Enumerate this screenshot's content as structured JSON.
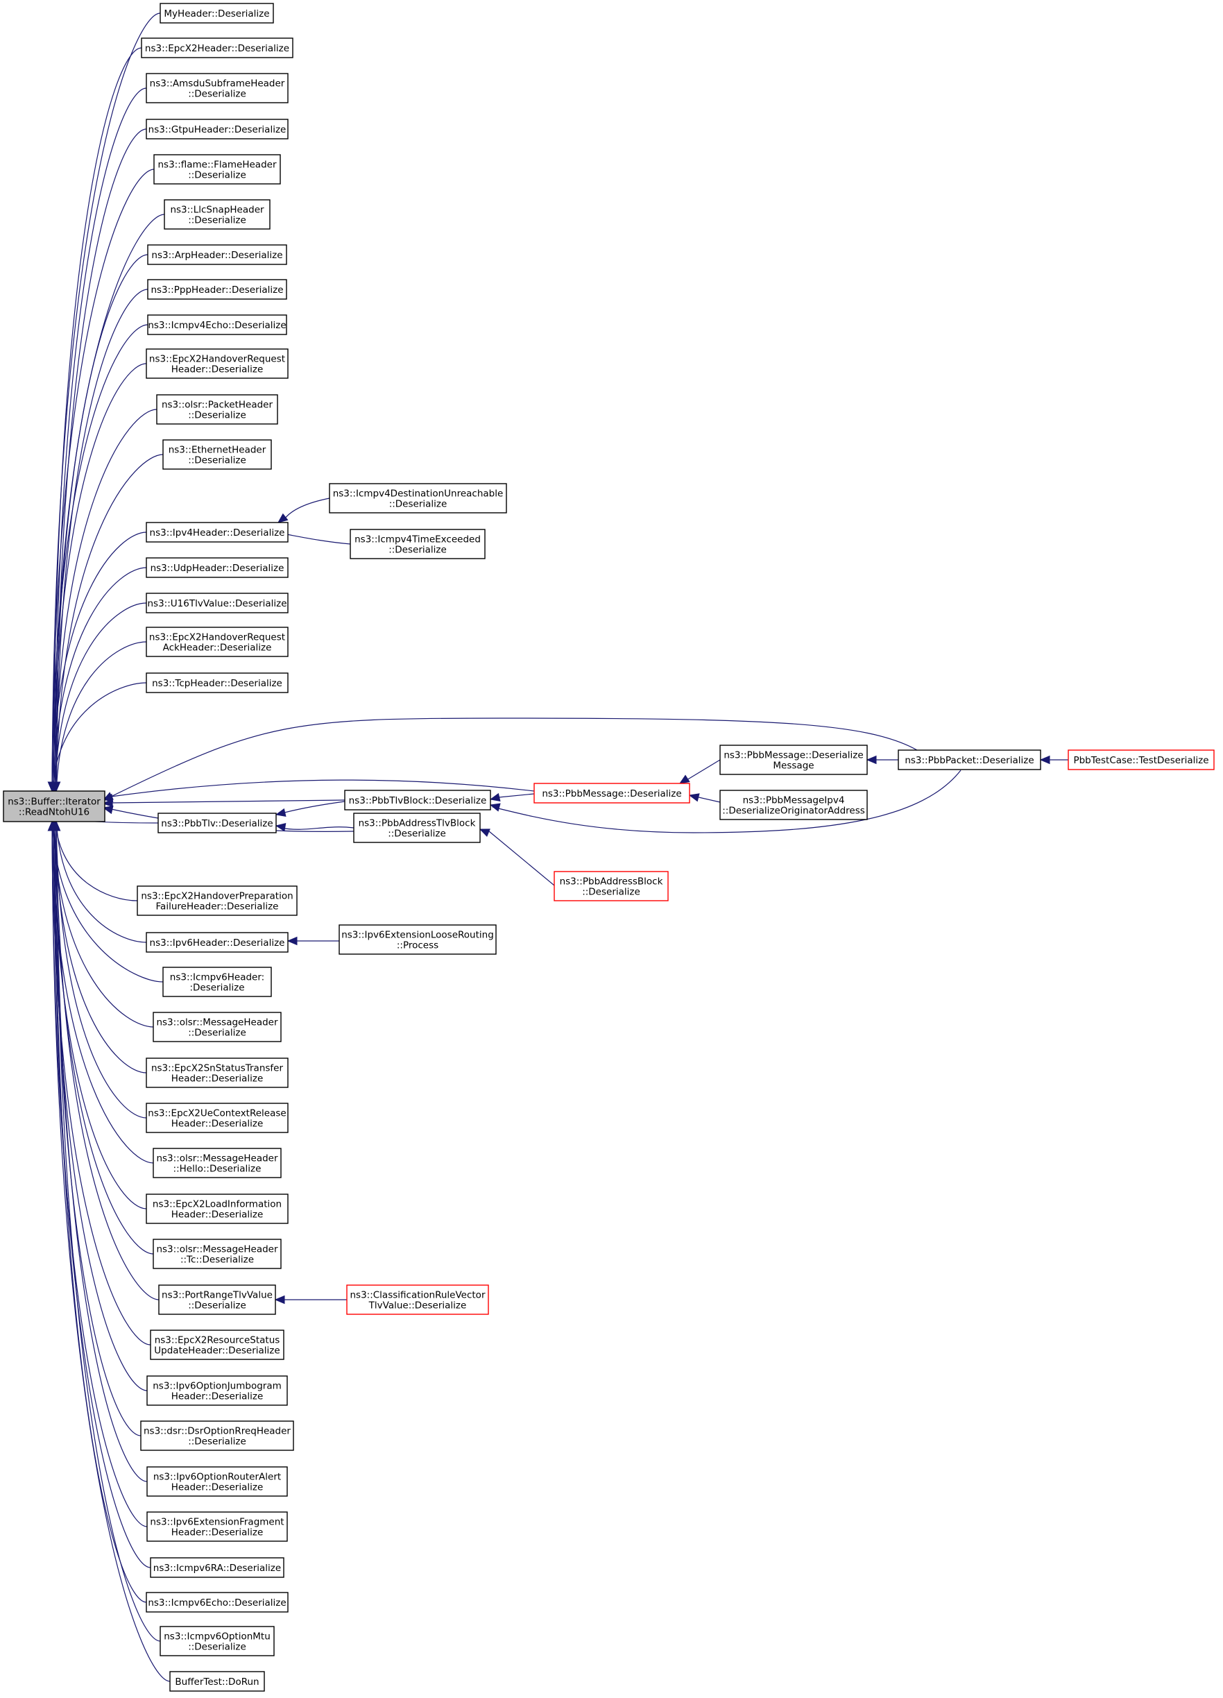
{
  "root": {
    "label": [
      "ns3::Buffer::Iterator",
      "::ReadNtohU16"
    ]
  },
  "colors": {
    "edge": "#191970",
    "node_border": "#000000",
    "truncated_border": "#ff0000",
    "root_fill": "#bfbfbf",
    "node_fill": "#ffffff",
    "text": "#000000"
  },
  "callers": [
    {
      "label": [
        "MyHeader::Deserialize"
      ]
    },
    {
      "label": [
        "ns3::EpcX2Header::Deserialize"
      ]
    },
    {
      "label": [
        "ns3::AmsduSubframeHeader",
        "::Deserialize"
      ]
    },
    {
      "label": [
        "ns3::GtpuHeader::Deserialize"
      ]
    },
    {
      "label": [
        "ns3::flame::FlameHeader",
        "::Deserialize"
      ]
    },
    {
      "label": [
        "ns3::LlcSnapHeader",
        "::Deserialize"
      ]
    },
    {
      "label": [
        "ns3::ArpHeader::Deserialize"
      ]
    },
    {
      "label": [
        "ns3::PppHeader::Deserialize"
      ]
    },
    {
      "label": [
        "ns3::Icmpv4Echo::Deserialize"
      ]
    },
    {
      "label": [
        "ns3::EpcX2HandoverRequest",
        "Header::Deserialize"
      ]
    },
    {
      "label": [
        "ns3::olsr::PacketHeader",
        "::Deserialize"
      ]
    },
    {
      "label": [
        "ns3::EthernetHeader",
        "::Deserialize"
      ]
    },
    {
      "label": [
        "ns3::Ipv4Header::Deserialize"
      ]
    },
    {
      "label": [
        "ns3::UdpHeader::Deserialize"
      ]
    },
    {
      "label": [
        "ns3::U16TlvValue::Deserialize"
      ]
    },
    {
      "label": [
        "ns3::EpcX2HandoverRequest",
        "AckHeader::Deserialize"
      ]
    },
    {
      "label": [
        "ns3::TcpHeader::Deserialize"
      ]
    },
    {
      "label": [
        "ns3::PbbTlv::Deserialize"
      ]
    },
    {
      "label": [
        "ns3::EpcX2HandoverPreparation",
        "FailureHeader::Deserialize"
      ]
    },
    {
      "label": [
        "ns3::Ipv6Header::Deserialize"
      ]
    },
    {
      "label": [
        "ns3::Icmpv6Header:",
        ":Deserialize"
      ]
    },
    {
      "label": [
        "ns3::olsr::MessageHeader",
        "::Deserialize"
      ]
    },
    {
      "label": [
        "ns3::EpcX2SnStatusTransfer",
        "Header::Deserialize"
      ]
    },
    {
      "label": [
        "ns3::EpcX2UeContextRelease",
        "Header::Deserialize"
      ]
    },
    {
      "label": [
        "ns3::olsr::MessageHeader",
        "::Hello::Deserialize"
      ]
    },
    {
      "label": [
        "ns3::EpcX2LoadInformation",
        "Header::Deserialize"
      ]
    },
    {
      "label": [
        "ns3::olsr::MessageHeader",
        "::Tc::Deserialize"
      ]
    },
    {
      "label": [
        "ns3::PortRangeTlvValue",
        "::Deserialize"
      ]
    },
    {
      "label": [
        "ns3::EpcX2ResourceStatus",
        "UpdateHeader::Deserialize"
      ]
    },
    {
      "label": [
        "ns3::Ipv6OptionJumbogram",
        "Header::Deserialize"
      ]
    },
    {
      "label": [
        "ns3::dsr::DsrOptionRreqHeader",
        "::Deserialize"
      ]
    },
    {
      "label": [
        "ns3::Ipv6OptionRouterAlert",
        "Header::Deserialize"
      ]
    },
    {
      "label": [
        "ns3::Ipv6ExtensionFragment",
        "Header::Deserialize"
      ]
    },
    {
      "label": [
        "ns3::Icmpv6RA::Deserialize"
      ]
    },
    {
      "label": [
        "ns3::Icmpv6Echo::Deserialize"
      ]
    },
    {
      "label": [
        "ns3::Icmpv6OptionMtu",
        "::Deserialize"
      ]
    },
    {
      "label": [
        "BufferTest::DoRun"
      ]
    }
  ],
  "second_level": [
    {
      "label": [
        "ns3::Icmpv4DestinationUnreachable",
        "::Deserialize"
      ],
      "truncated": false
    },
    {
      "label": [
        "ns3::Icmpv4TimeExceeded",
        "::Deserialize"
      ],
      "truncated": false
    },
    {
      "label": [
        "ns3::PbbTlvBlock::Deserialize"
      ],
      "truncated": false
    },
    {
      "label": [
        "ns3::PbbAddressTlvBlock",
        "::Deserialize"
      ],
      "truncated": false
    },
    {
      "label": [
        "ns3::Ipv6ExtensionLooseRouting",
        "::Process"
      ],
      "truncated": false
    },
    {
      "label": [
        "ns3::ClassificationRuleVector",
        "TlvValue::Deserialize"
      ],
      "truncated": true
    }
  ],
  "third_level": [
    {
      "label": [
        "ns3::PbbMessage::Deserialize"
      ],
      "truncated": true
    },
    {
      "label": [
        "ns3::PbbAddressBlock",
        "::Deserialize"
      ],
      "truncated": true
    }
  ],
  "fourth_level": [
    {
      "label": [
        "ns3::PbbMessage::Deserialize",
        "Message"
      ],
      "truncated": false
    },
    {
      "label": [
        "ns3::PbbMessageIpv4",
        "::DeserializeOriginatorAddress"
      ],
      "truncated": false
    }
  ],
  "fifth_level": [
    {
      "label": [
        "ns3::PbbPacket::Deserialize"
      ],
      "truncated": false
    }
  ],
  "sixth_level": [
    {
      "label": [
        "PbbTestCase::TestDeserialize"
      ],
      "truncated": true
    }
  ]
}
